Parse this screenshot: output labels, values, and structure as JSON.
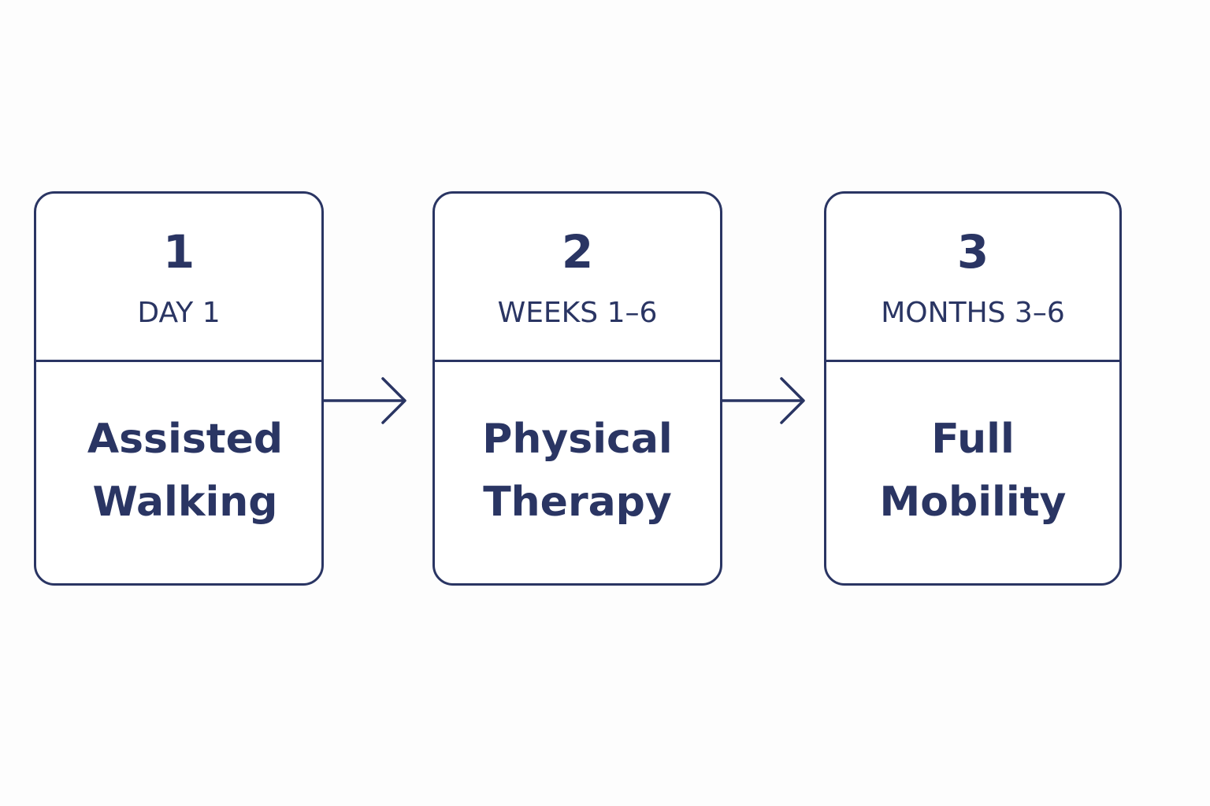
{
  "colors": {
    "stroke": "#2a3563",
    "background": "#fdfdfd"
  },
  "steps": [
    {
      "number": "1",
      "period": "DAY 1",
      "title_line1": "Assisted",
      "title_line2": "Walking"
    },
    {
      "number": "2",
      "period": "WEEKS 1–6",
      "title_line1": "Physical",
      "title_line2": "Therapy"
    },
    {
      "number": "3",
      "period": "MONTHS 3–6",
      "title_line1": "Full",
      "title_line2": "Mobility"
    }
  ],
  "connectors": [
    "arrow-right-icon",
    "arrow-right-icon"
  ]
}
